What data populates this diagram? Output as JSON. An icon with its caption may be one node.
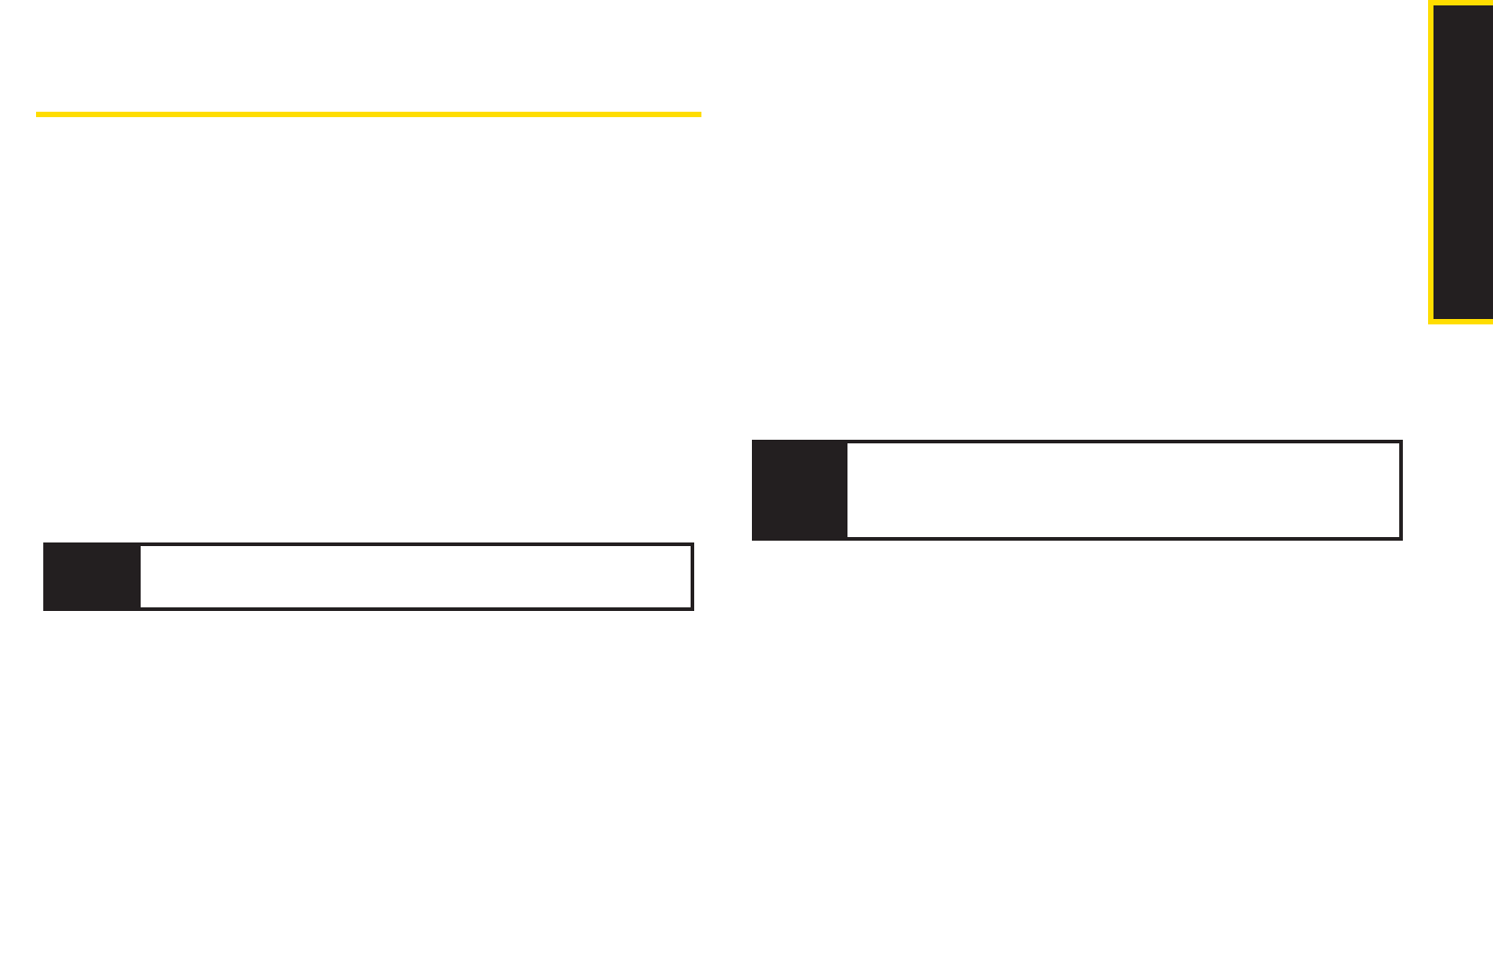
{
  "diagram": {
    "nodes": [
      {
        "text": [],
        "shape": "box"
      },
      {
        "text": [],
        "shape": "box"
      },
      {
        "text": [],
        "shape": "bar"
      }
    ]
  }
}
